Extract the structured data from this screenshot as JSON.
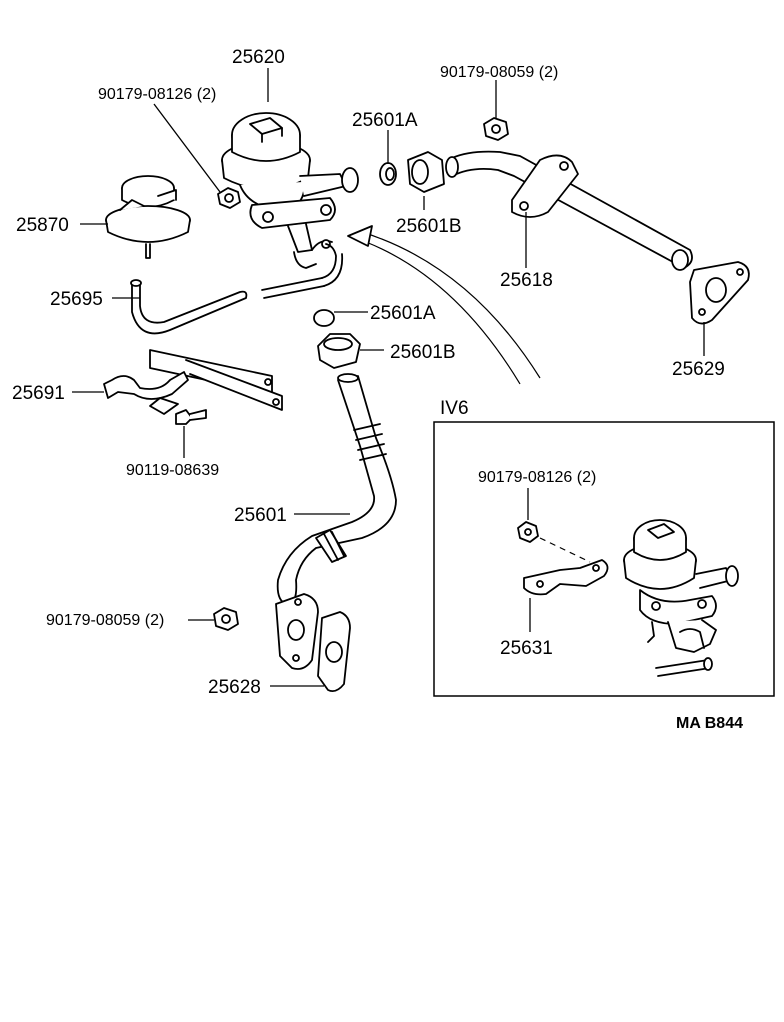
{
  "labels": {
    "p25620": "25620",
    "p90179_08126": "90179-08126 (2)",
    "p90179_08059_top": "90179-08059 (2)",
    "p25601A_top": "25601A",
    "p25601B_top": "25601B",
    "p25870": "25870",
    "p25618": "25618",
    "p25695": "25695",
    "p25601A_mid": "25601A",
    "p25601B_mid": "25601B",
    "p25629": "25629",
    "p25691": "25691",
    "p90119_08639": "90119-08639",
    "p25601": "25601",
    "p90179_08059_bottom": "90179-08059 (2)",
    "p25628": "25628",
    "inset_title": "IV6",
    "inset_90179_08126": "90179-08126 (2)",
    "inset_25631": "25631",
    "drawing_code": "MA  B844"
  }
}
